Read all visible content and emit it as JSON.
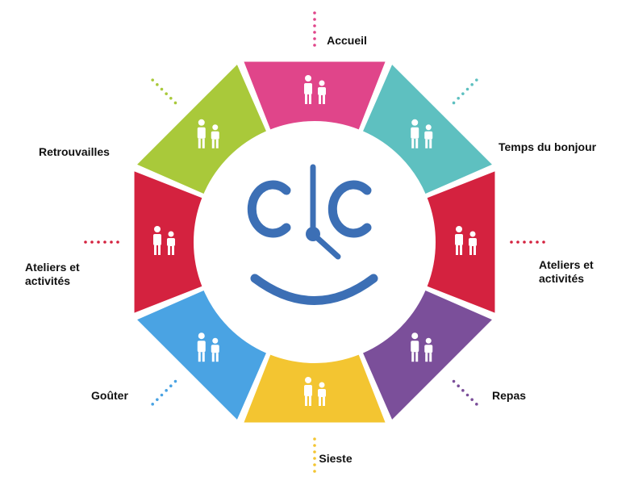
{
  "diagram": {
    "segments": [
      {
        "id": "accueil",
        "label": "Accueil",
        "color": "#e0458a",
        "dot_color": "#e0458a",
        "icon": "parent-handing-child-icon"
      },
      {
        "id": "temps-du-bonjour",
        "label": "Temps du bonjour",
        "color": "#5ec0c0",
        "dot_color": "#5ec0c0",
        "icon": "changing-table-icon"
      },
      {
        "id": "ateliers-right",
        "label": "Ateliers et activités",
        "color": "#d4223f",
        "dot_color": "#d4223f",
        "icon": "crawling-children-icon"
      },
      {
        "id": "repas",
        "label": "Repas",
        "color": "#7b4f9a",
        "dot_color": "#7b4f9a",
        "icon": "meal-table-icon"
      },
      {
        "id": "sieste",
        "label": "Sieste",
        "color": "#f3c531",
        "dot_color": "#f3c531",
        "icon": "lullaby-cradle-icon"
      },
      {
        "id": "gouter",
        "label": "Goûter",
        "color": "#4aa3e3",
        "dot_color": "#4aa3e3",
        "icon": "snack-table-icon"
      },
      {
        "id": "ateliers-left",
        "label": "Ateliers et activités",
        "color": "#d4223f",
        "dot_color": "#d4223f",
        "icon": "playground-slide-icon"
      },
      {
        "id": "retrouvailles",
        "label": "Retrouvailles",
        "color": "#a9c93a",
        "dot_color": "#a9c93a",
        "icon": "parents-reunion-icon"
      }
    ],
    "center_icon": "smiling-clock-icon",
    "accent": "#3c6fb5"
  }
}
